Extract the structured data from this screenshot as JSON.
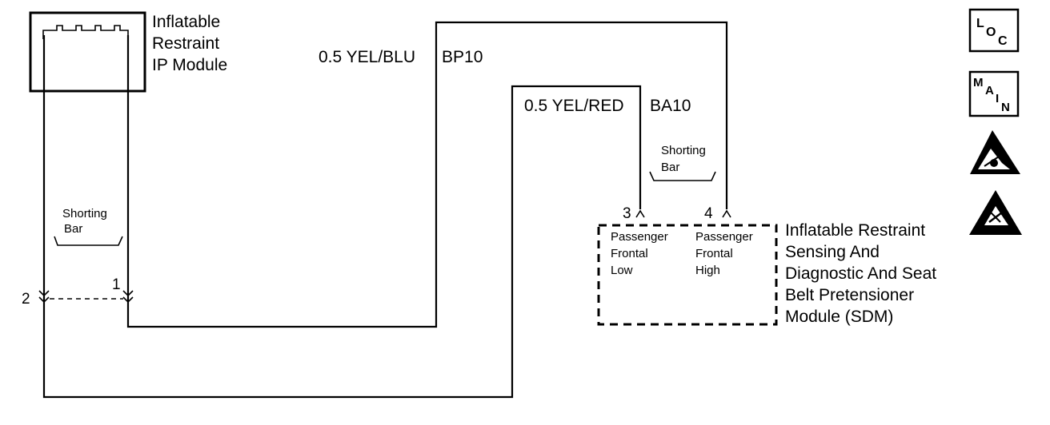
{
  "ip_module": {
    "line1": "Inflatable",
    "line2": "Restraint",
    "line3": "IP Module"
  },
  "wires": {
    "blu": {
      "gauge_color": "0.5 YEL/BLU",
      "circuit": "BP10"
    },
    "red": {
      "gauge_color": "0.5 YEL/RED",
      "circuit": "BA10"
    }
  },
  "shorting_bar_left": {
    "line1": "Shorting",
    "line2": "Bar"
  },
  "shorting_bar_right": {
    "line1": "Shorting",
    "line2": "Bar"
  },
  "pins": {
    "p1": "1",
    "p2": "2",
    "p3": "3",
    "p4": "4"
  },
  "sdm_inputs": {
    "low": {
      "line1": "Passenger",
      "line2": "Frontal",
      "line3": "Low"
    },
    "high": {
      "line1": "Passenger",
      "line2": "Frontal",
      "line3": "High"
    }
  },
  "sdm": {
    "line1": "Inflatable Restraint",
    "line2": "Sensing And",
    "line3": "Diagnostic And Seat",
    "line4": "Belt Pretensioner",
    "line5": "Module  (SDM)"
  },
  "icons": {
    "loc": {
      "l": "L",
      "o": "O",
      "c": "C"
    },
    "main": {
      "m": "M",
      "a": "A",
      "i": "I",
      "n": "N"
    },
    "esd_icon": "esd-warning-icon",
    "esd_triangle_icon": "esd-triangle-icon"
  }
}
